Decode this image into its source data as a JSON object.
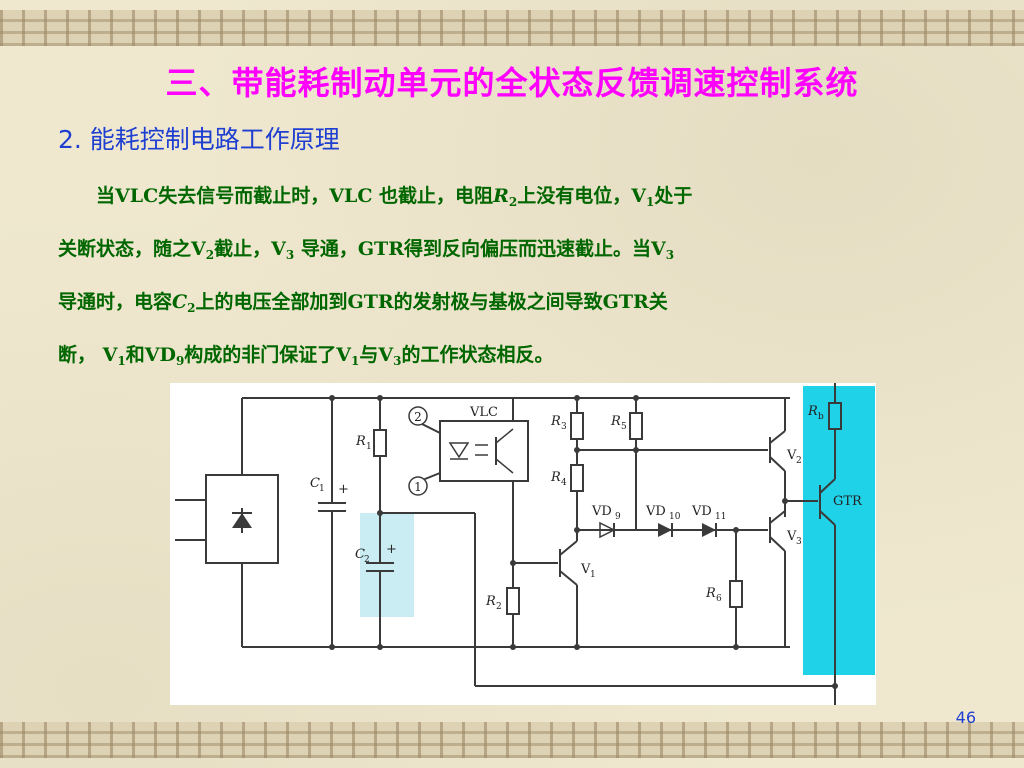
{
  "slide": {
    "title": "三、带能耗制动单元的全状态反馈调速控制系统",
    "subtitle": "2. 能耗控制电路工作原理",
    "page_number": "46"
  },
  "paragraph": {
    "line1_a": "当VLC失去信号而截止时，VLC 也截止，电阻",
    "line1_R": "R",
    "line1_R_sub": "2",
    "line1_b": "上没有电位，V",
    "line1_V_sub": "1",
    "line1_c": "处于",
    "line2_a": "关断状态，随之V",
    "line2_sub1": "2",
    "line2_b": "截止，V",
    "line2_sub2": "3",
    "line2_c": " 导通，GTR得到反向偏压而迅速截止。当V",
    "line2_sub3": "3",
    "line3_a": "导通时，电容",
    "line3_C": "C",
    "line3_C_sub": "2",
    "line3_b": "上的电压全部加到GTR的发射极与基极之间导致GTR关",
    "line4_a": "断， V",
    "line4_sub1": "1",
    "line4_b": "和VD",
    "line4_sub2": "9",
    "line4_c": "构成的非门保证了V",
    "line4_sub3": "1",
    "line4_d": "与V",
    "line4_sub4": "3",
    "line4_e": "的工作状态相反。"
  },
  "diagram": {
    "labels": {
      "circle2": "2",
      "circle1": "1",
      "vlc": "VLC",
      "r1": "R",
      "r1_sub": "1",
      "r2": "R",
      "r2_sub": "2",
      "r3": "R",
      "r3_sub": "3",
      "r4": "R",
      "r4_sub": "4",
      "r5": "R",
      "r5_sub": "5",
      "r6": "R",
      "r6_sub": "6",
      "rb": "R",
      "rb_sub": "b",
      "c1": "C",
      "c1_sub": "1",
      "c1_plus": "+",
      "c2": "C",
      "c2_sub": "2",
      "c2_plus": "+",
      "vd9": "VD",
      "vd9_sub": "9",
      "vd10": "VD",
      "vd10_sub": "10",
      "vd11": "VD",
      "vd11_sub": "11",
      "v1": "V",
      "v1_sub": "1",
      "v2": "V",
      "v2_sub": "2",
      "v3": "V",
      "v3_sub": "3",
      "gtr": "GTR"
    },
    "colors": {
      "wire": "#3a3a3a",
      "gtr_highlight": "#1fd2e8",
      "c2_highlight": "#c9edf2"
    }
  }
}
